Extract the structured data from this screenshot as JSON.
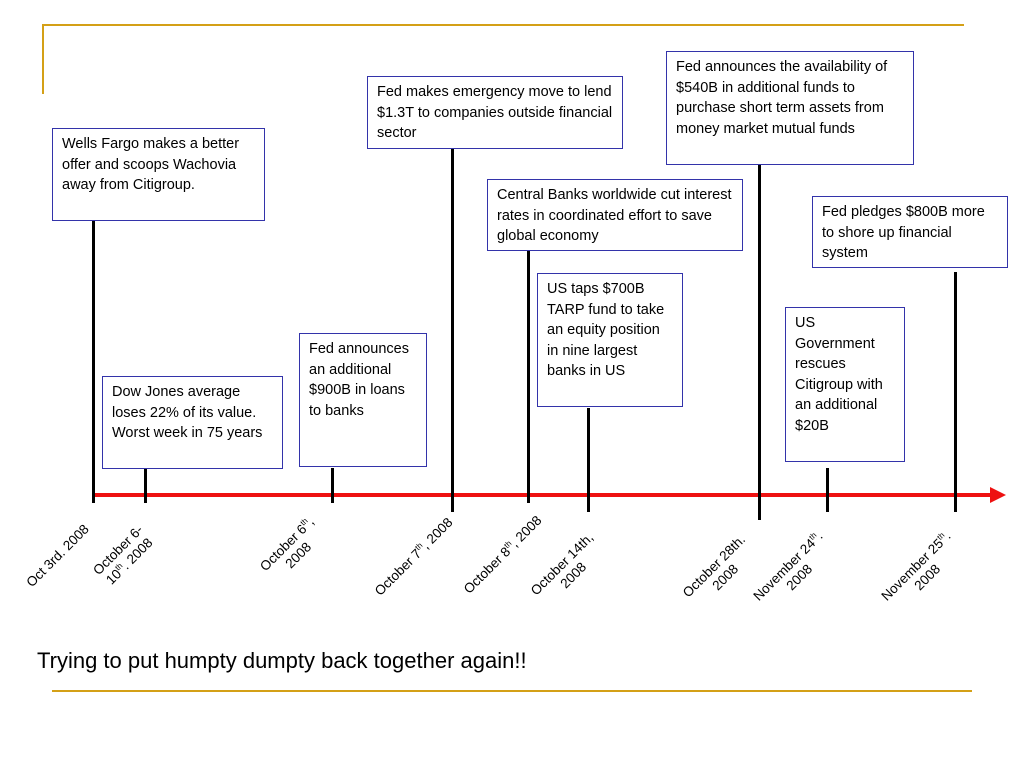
{
  "events": [
    {
      "id": "wells-fargo",
      "text": "Wells Fargo makes a better offer and scoops Wachovia away from Citigroup."
    },
    {
      "id": "dow-jones",
      "text": "Dow Jones average loses 22% of its value. Worst week in 75 years"
    },
    {
      "id": "fed-900b",
      "text": "Fed announces an additional $900B in loans to banks"
    },
    {
      "id": "fed-1-3t",
      "text": "Fed makes emergency move to lend $1.3T to companies outside financial sector"
    },
    {
      "id": "central-banks",
      "text": "Central Banks worldwide cut interest rates in coordinated effort to save global economy"
    },
    {
      "id": "tarp",
      "text": "US taps $700B TARP fund to take an equity position in nine largest banks in US"
    },
    {
      "id": "fed-540b",
      "text": "Fed announces the availability of $540B in additional funds  to purchase short term assets from money market mutual funds"
    },
    {
      "id": "citigroup",
      "text": "US Government rescues Citigroup with an additional $20B"
    },
    {
      "id": "fed-800b",
      "text": "Fed pledges $800B more to shore up financial system"
    }
  ],
  "dates": {
    "oct3": "Oct 3rd. 2008",
    "oct6_10_a": "October 6-",
    "oct6_10_b1": "10",
    "oct6_10_sup": "th",
    "oct6_10_b2": ". 2008",
    "oct6_a": "October 6",
    "oct6_sup": "th",
    "oct6_a2": ",",
    "oct6_b": "2008",
    "oct7_a": "October 7",
    "oct7_sup": "th",
    "oct7_b": ", 2008",
    "oct8_a": "October 8",
    "oct8_sup": "th",
    "oct8_b": ", 2008",
    "oct14_a": "October 14th,",
    "oct14_b": "2008",
    "oct28_a": "October 28th.",
    "oct28_b": "2008",
    "nov24_a": "November 24",
    "nov24_sup": "th",
    "nov24_a2": ".",
    "nov24_b": "2008",
    "nov25_a": "November 25",
    "nov25_sup": "th",
    "nov25_a2": ".",
    "nov25_b": "2008"
  },
  "footer": {
    "title": "Trying to put humpty dumpty back together again!!"
  },
  "colors": {
    "axis": "#ee1111",
    "frame": "#d4a017",
    "box_border": "#3333aa",
    "stem": "#000000"
  }
}
